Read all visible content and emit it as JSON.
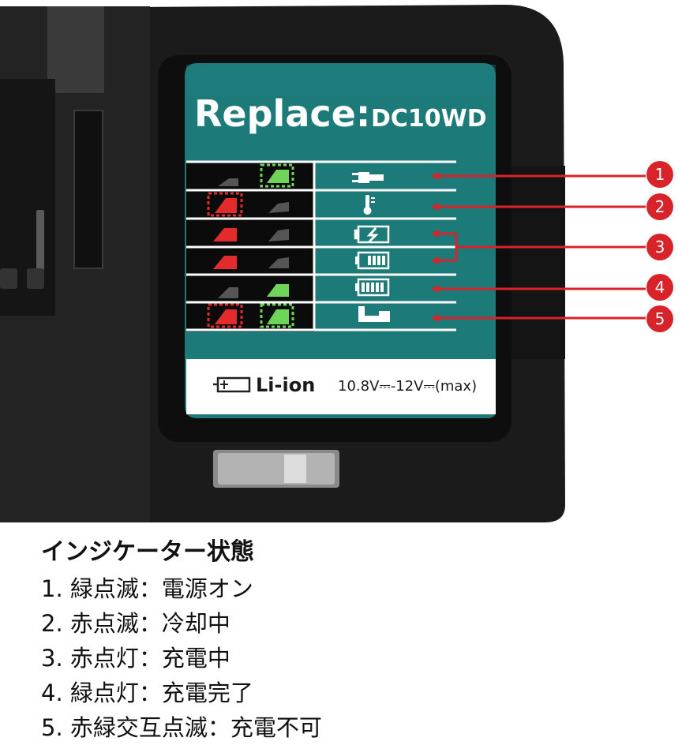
{
  "panel": {
    "heading_word": "Replace:",
    "heading_model": "DC10WD",
    "chemistry": "Li-ion",
    "voltage": "10.8V⎓-12V⎓(max)"
  },
  "indicator_rows": [
    {
      "label_number": "1",
      "icon": "plug-icon",
      "left_led": "off",
      "right_led": "green-blinking"
    },
    {
      "label_number": "2",
      "icon": "thermometer-icon",
      "left_led": "red-blinking",
      "right_led": "off"
    },
    {
      "label_number": "3",
      "icon": "battery-charging-icon",
      "left_led": "red",
      "right_led": "off"
    },
    {
      "label_number": "",
      "icon": "battery-partial-icon",
      "left_led": "red",
      "right_led": "off"
    },
    {
      "label_number": "4",
      "icon": "battery-full-icon",
      "left_led": "off",
      "right_led": "green"
    },
    {
      "label_number": "5",
      "icon": "battery-insert-icon",
      "left_led": "red-blinking",
      "right_led": "green-blinking"
    }
  ],
  "legend": {
    "title": "インジケーター状態",
    "lines": [
      "1. 緑点滅：電源オン",
      "2. 赤点滅：冷却中",
      "3. 赤点灯：充電中",
      "4. 緑点灯：充電完了",
      "5. 赤緑交互点滅：充電不可"
    ]
  },
  "colors": {
    "panel_teal": "#1c7a78",
    "charger_body": "#1b1b1b",
    "callout_red": "#d8232a",
    "led_red": "#e32b2b",
    "led_green": "#6fd55a"
  }
}
